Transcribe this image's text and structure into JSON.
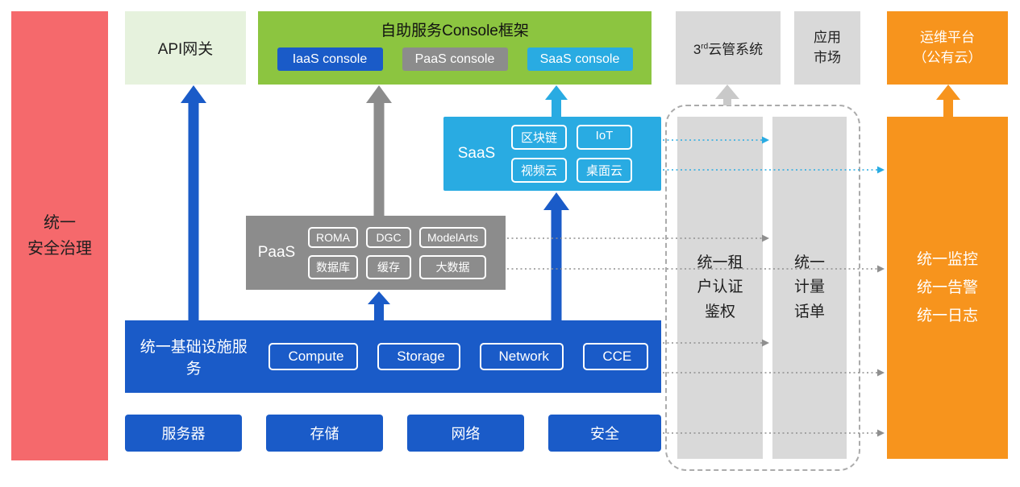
{
  "palette": {
    "red": "#F5696C",
    "light_green": "#E6F2DD",
    "green": "#8CC540",
    "blue": "#1A5BC8",
    "gray": "#8C8C8C",
    "light_gray": "#D9D9D9",
    "cyan": "#29ABE2",
    "orange": "#F7941D",
    "dash_gray": "#8F8F8F",
    "arrow_gray": "#C9C9C9"
  },
  "left_bar": {
    "lines": [
      "统一",
      "安全治理"
    ]
  },
  "top": {
    "api_gateway": "API网关",
    "console": {
      "title": "自助服务Console框架",
      "items": [
        {
          "label": "IaaS console",
          "color": "#1A5BC8"
        },
        {
          "label": "PaaS console",
          "color": "#8C8C8C"
        },
        {
          "label": "SaaS console",
          "color": "#29ABE2"
        }
      ]
    },
    "third_party": {
      "prefix": "3",
      "sup": "rd",
      "rest": "云管系统"
    },
    "app_market": {
      "lines": [
        "应用",
        "市场"
      ]
    },
    "om_platform": {
      "lines": [
        "运维平台",
        "（公有云）"
      ]
    }
  },
  "saas": {
    "label": "SaaS",
    "items": [
      "区块链",
      "IoT",
      "视频云",
      "桌面云"
    ]
  },
  "paas": {
    "label": "PaaS",
    "items": [
      "ROMA",
      "DGC",
      "ModelArts",
      "数据库",
      "缓存",
      "大数据"
    ]
  },
  "infra": {
    "label": "统一基础设施服务",
    "items": [
      "Compute",
      "Storage",
      "Network",
      "CCE"
    ]
  },
  "bottom_row": [
    "服务器",
    "存储",
    "网络",
    "安全"
  ],
  "right": {
    "auth": {
      "lines": [
        "统一租",
        "户认证",
        "鉴权"
      ]
    },
    "meter": {
      "lines": [
        "统一",
        "计量",
        "话单"
      ]
    },
    "monitor": {
      "lines": [
        "统一监控",
        "统一告警",
        "统一日志"
      ]
    }
  }
}
